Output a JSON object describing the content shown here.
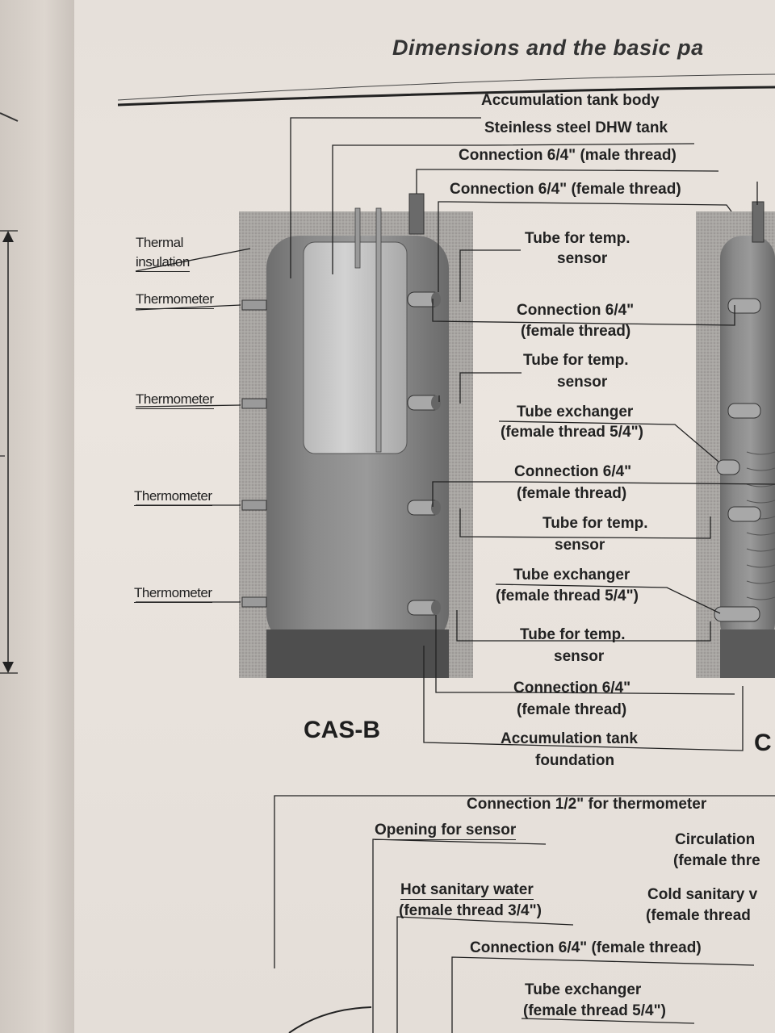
{
  "header": {
    "title": "Dimensions and the basic pa"
  },
  "top_labels": {
    "body": "Accumulation tank body",
    "dhw": "Steinless steel DHW tank",
    "conn_male": "Connection 6/4\" (male thread)",
    "conn_female": "Connection 6/4\" (female thread)"
  },
  "left_labels": {
    "insulation": [
      "Thermal",
      "insulation"
    ],
    "thermometers": [
      "Thermometer",
      "Thermometer",
      "Thermometer",
      "Thermometer"
    ]
  },
  "right_labels": [
    [
      "Tube for temp.",
      "sensor"
    ],
    [
      "Connection 6/4\"",
      "(female thread)"
    ],
    [
      "Tube for temp.",
      "sensor"
    ],
    [
      "Tube exchanger",
      "(female thread 5/4\")"
    ],
    [
      "Connection 6/4\"",
      "(female thread)"
    ],
    [
      "Tube for temp.",
      "sensor"
    ],
    [
      "Tube exchanger",
      "(female thread 5/4\")"
    ],
    [
      "Tube for temp.",
      "sensor"
    ],
    [
      "Connection 6/4\"",
      "(female thread)"
    ],
    [
      "Accumulation tank",
      "foundation"
    ]
  ],
  "models": {
    "left": "CAS-B",
    "right": "C"
  },
  "bottom_labels": {
    "conn_half": "Connection 1/2\" for thermometer",
    "opening": "Opening for sensor",
    "circulation": [
      "Circulation",
      "(female thre"
    ],
    "hot_water": [
      "Hot sanitary water",
      "(female thread 3/4\")"
    ],
    "cold_water": [
      "Cold sanitary v",
      "(female thread"
    ],
    "conn_64": "Connection 6/4\" (female thread)",
    "tube_exch": [
      "Tube exchanger",
      "(female thread 5/4\")"
    ]
  }
}
